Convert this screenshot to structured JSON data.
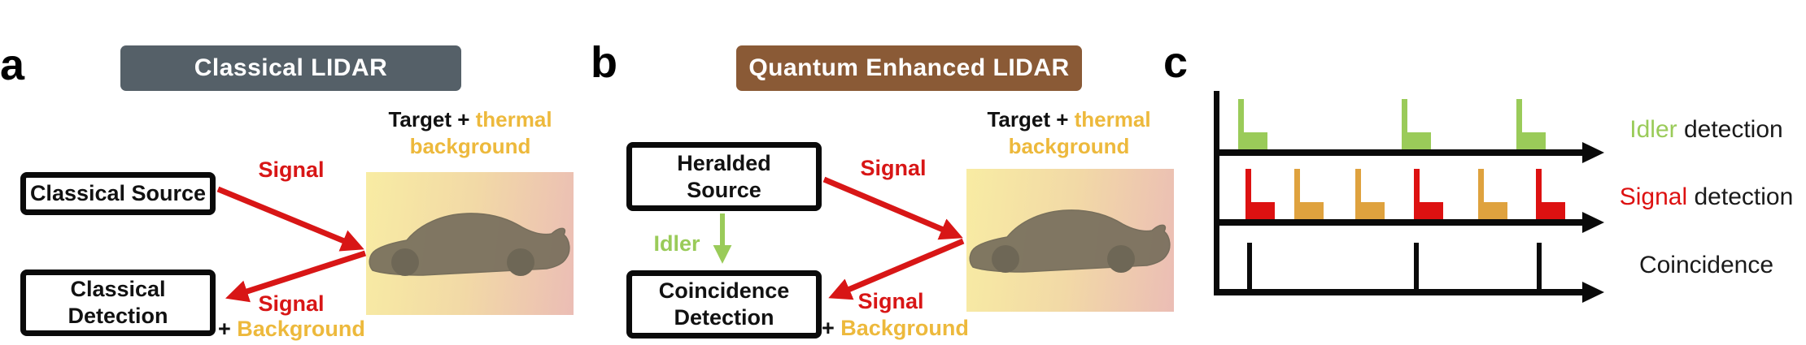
{
  "colors": {
    "red": "#D81616",
    "pulse_red": "#DD1111",
    "orange": "#DFA23E",
    "green": "#9ACB59",
    "yellow": "#EDB93C",
    "slate": "#556068",
    "brown": "#8A5A36",
    "black": "#1A1A1A",
    "car_body": "#786F5D",
    "car_wheel": "#6E6756",
    "target_bg_left": "#F8ECA3",
    "target_bg_mid": "#F2D9A6",
    "target_bg_right": "#EBBDB5"
  },
  "panels": {
    "a": {
      "letter": "a",
      "title": "Classical LIDAR",
      "source_box": "Classical Source",
      "detection_box": "Classical\nDetection",
      "signal_out": "Signal",
      "signal_return": "Signal",
      "plus": "+",
      "background_word": "Background",
      "target_prefix": "Target + ",
      "target_highlight": "thermal background"
    },
    "b": {
      "letter": "b",
      "title": "Quantum Enhanced LIDAR",
      "source_box": "Heralded\nSource",
      "detection_box": "Coincidence\nDetection",
      "idler": "Idler",
      "signal_out": "Signal",
      "signal_return": "Signal",
      "plus": "+",
      "background_word": "Background",
      "target_prefix": "Target + ",
      "target_highlight": "thermal background"
    },
    "c": {
      "letter": "c",
      "timing": {
        "time_axis_units": "arbitrary",
        "idler_pulse_times": [
          0.06,
          0.5,
          0.81
        ],
        "signal_pulses": [
          {
            "t": 0.08,
            "kind": "signal"
          },
          {
            "t": 0.211,
            "kind": "background"
          },
          {
            "t": 0.376,
            "kind": "background"
          },
          {
            "t": 0.533,
            "kind": "signal"
          },
          {
            "t": 0.707,
            "kind": "background"
          },
          {
            "t": 0.863,
            "kind": "signal"
          }
        ],
        "coincidence_times": [
          0.083,
          0.533,
          0.865
        ]
      },
      "legend": [
        {
          "highlight": "Idler",
          "rest": " detection",
          "color_key": "green"
        },
        {
          "highlight": "Signal",
          "rest": " detection",
          "color_key": "pulse_red"
        },
        {
          "highlight": "",
          "rest": "Coincidence",
          "color_key": "black"
        }
      ]
    }
  }
}
